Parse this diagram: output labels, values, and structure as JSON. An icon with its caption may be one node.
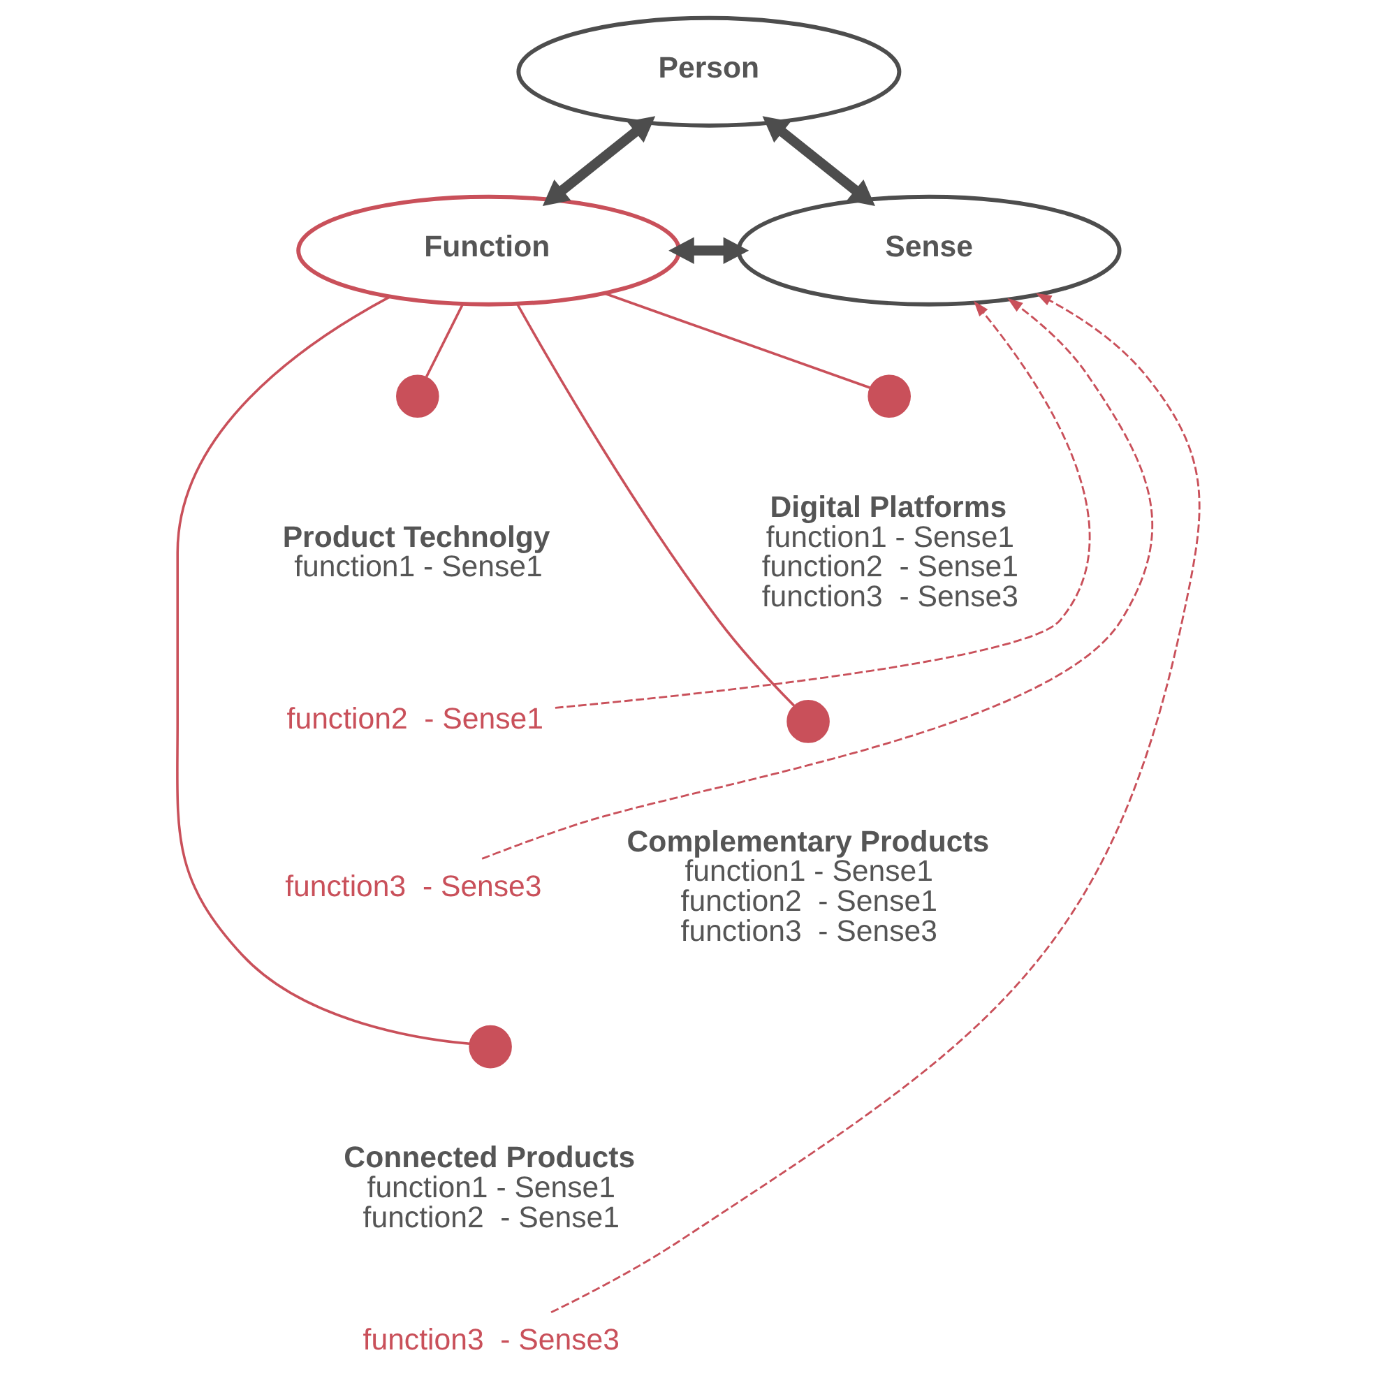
{
  "diagram": {
    "nodes": [
      {
        "text": [
          "Person"
        ]
      },
      {
        "text": [
          "Function"
        ]
      },
      {
        "text": [
          "Sense"
        ]
      },
      {
        "text": [],
        "shape": "circle",
        "beside": [
          "Digital Platforms",
          "function1 - Sense1",
          "function2  - Sense1",
          "function3  - Sense3"
        ]
      },
      {
        "text": [],
        "shape": "circle",
        "beside": [
          "Product Technolgy",
          "function1 - Sense1"
        ]
      },
      {
        "text": [
          "function2  - Sense1"
        ]
      },
      {
        "text": [
          "function3  - Sense3"
        ]
      },
      {
        "text": [],
        "shape": "circle",
        "beside": [
          "Complementary Products",
          "function1 - Sense1",
          "function2  - Sense1",
          "function3  - Sense3"
        ]
      },
      {
        "text": [],
        "shape": "circle",
        "beside": [
          "Connected Products",
          "function1 - Sense1",
          "function2  - Sense1"
        ]
      },
      {
        "text": [
          "function3  - Sense3"
        ]
      }
    ],
    "edges": [
      {
        "from": 0,
        "to": 1,
        "arrow": "both",
        "style": "thick",
        "color": "#4d4d4d"
      },
      {
        "from": 0,
        "to": 2,
        "arrow": "both",
        "style": "thick",
        "color": "#4d4d4d"
      },
      {
        "from": 1,
        "to": 2,
        "arrow": "both",
        "style": "thick",
        "color": "#4d4d4d"
      },
      {
        "from": 1,
        "to": 3,
        "arrow": "none"
      },
      {
        "from": 1,
        "to": 4,
        "arrow": "none"
      },
      {
        "from": 1,
        "to": 7,
        "arrow": "none"
      },
      {
        "from": 1,
        "to": 8,
        "arrow": "none"
      },
      {
        "from": 5,
        "to": 2,
        "arrow": "to",
        "style": "dashed"
      },
      {
        "from": 6,
        "to": 2,
        "arrow": "to",
        "style": "dashed"
      },
      {
        "from": 9,
        "to": 2,
        "arrow": "to",
        "style": "dashed"
      }
    ]
  }
}
